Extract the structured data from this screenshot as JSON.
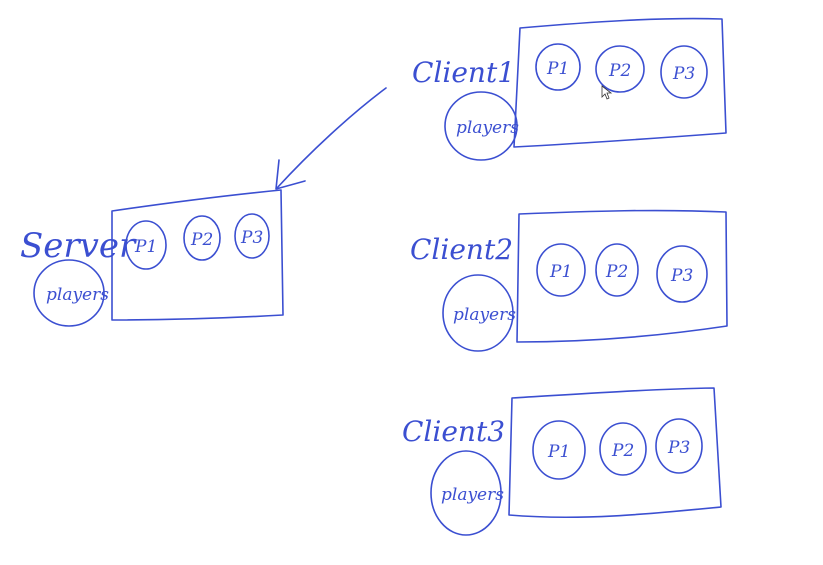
{
  "ink_color": "#3b4fd1",
  "background_color": "#ffffff",
  "server": {
    "label": "Server",
    "collection_label": "players",
    "items": [
      "P1",
      "P2",
      "P3"
    ]
  },
  "clients": [
    {
      "label": "Client1",
      "collection_label": "players",
      "items": [
        "P1",
        "P2",
        "P3"
      ]
    },
    {
      "label": "Client2",
      "collection_label": "players",
      "items": [
        "P1",
        "P2",
        "P3"
      ]
    },
    {
      "label": "Client3",
      "collection_label": "players",
      "items": [
        "P1",
        "P2",
        "P3"
      ]
    }
  ]
}
